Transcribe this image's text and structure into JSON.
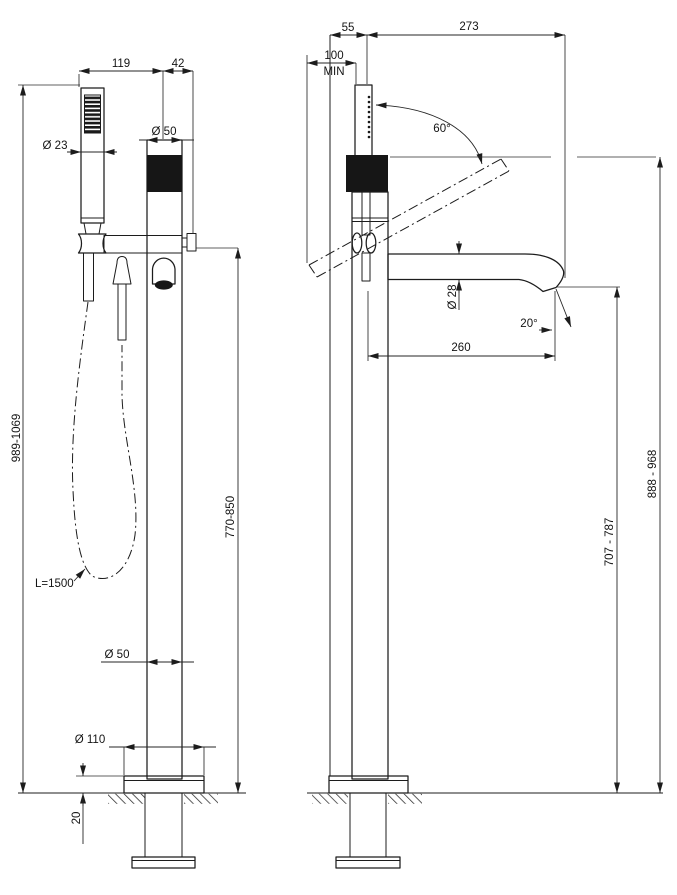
{
  "front_view": {
    "dims": {
      "handshower_to_column": "119",
      "column_to_outlet": "42",
      "handshower_diameter": "Ø 23",
      "column_diameter": "Ø 50",
      "overall_height_range": "989-1069",
      "outlet_height_range": "770-850",
      "hose_length": "L=1500",
      "lower_column_diameter": "Ø 50",
      "base_plate_diameter": "Ø 110",
      "base_plate_height": "20"
    }
  },
  "side_view": {
    "dims": {
      "plate_edge_to_axis": "55",
      "axis_to_spout_tip": "273",
      "min_wall_clearance": "100",
      "min_wall_clearance_note": "MIN",
      "handshower_swivel_angle": "60°",
      "spout_diameter": "Ø 28",
      "spout_outlet_angle": "20°",
      "spout_reach": "260",
      "outlet_height_range": "707 - 787",
      "top_height_range": "888 - 968"
    }
  }
}
